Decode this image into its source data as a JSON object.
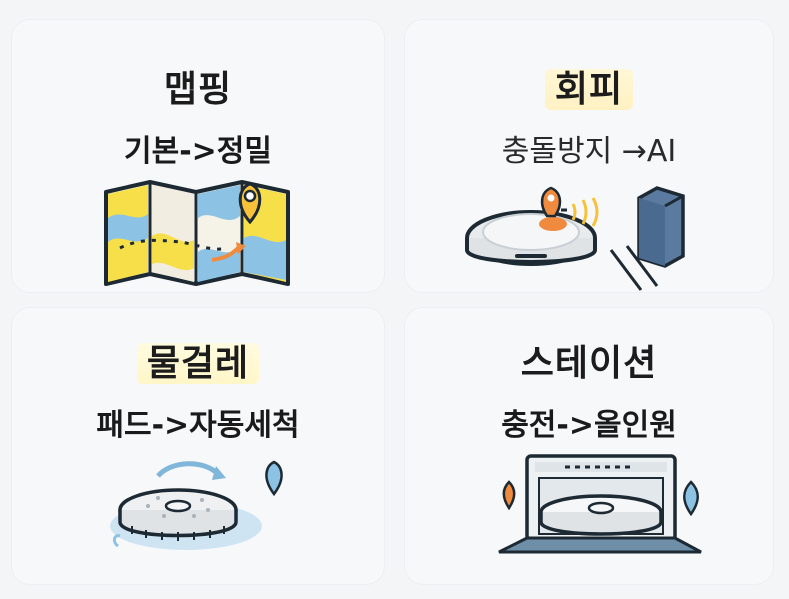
{
  "panels": [
    {
      "title": "맵핑",
      "subtitle": "기본->정밀",
      "icon": "folded-map-with-pin-icon"
    },
    {
      "title": "회피",
      "subtitle": "충돌방지 →AI",
      "icon": "robot-vacuum-obstacle-avoidance-icon"
    },
    {
      "title": "물걸레",
      "subtitle": "패드->자동세척",
      "icon": "mop-pad-with-water-drops-icon"
    },
    {
      "title": "스테이션",
      "subtitle": "충전->올인원",
      "icon": "docking-station-robot-icon"
    }
  ],
  "colors": {
    "yellow": "#f7df4a",
    "blue": "#8cc3e4",
    "orange": "#f08a3e",
    "outline": "#1d2a33"
  }
}
